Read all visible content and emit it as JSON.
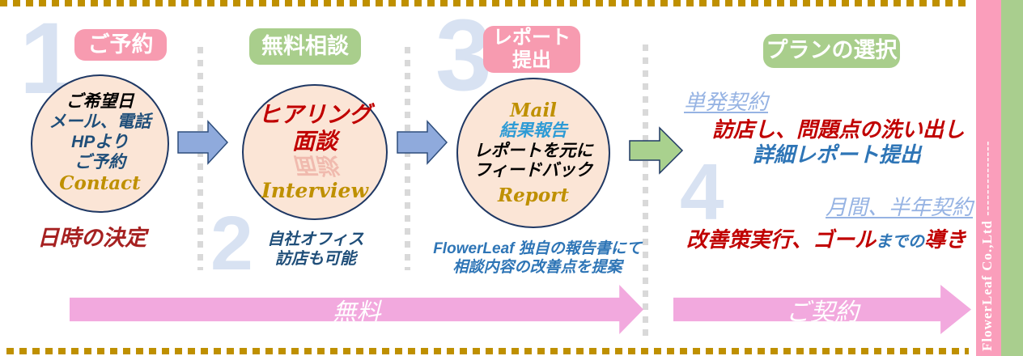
{
  "colors": {
    "badge_pink": "#F79BB0",
    "badge_green": "#A9CE8C",
    "arrow_pink": "#F2A9DE",
    "flow_arrow_blue": "#8FAADC",
    "flow_arrow_green": "#A9D18E",
    "gold_script": "#BF9000",
    "dotted_border_gold": "#BF9000",
    "number_blue": "#D8E2F2",
    "navy_text": "#1F4E79",
    "red_text": "#C00000",
    "dark_red_text": "#A62121",
    "blue_text": "#2E75B6",
    "sidebar_pink": "#FA9EBB",
    "sidebar_green": "#A9CE8E"
  },
  "steps": [
    {
      "number": "1",
      "badge": "ご予約",
      "circle": {
        "title": "ご希望日",
        "lines": [
          "メール、電話",
          "HPより",
          "ご予約"
        ],
        "script": "Contact"
      },
      "note": "日時の決定"
    },
    {
      "number": "2",
      "badge": "無料相談",
      "circle": {
        "lines": [
          "ヒアリング",
          "面談"
        ],
        "script": "Interview"
      },
      "note_lines": [
        "自社オフィス",
        "訪店も可能"
      ]
    },
    {
      "number": "3",
      "badge_lines": [
        "レポート",
        "提出"
      ],
      "circle": {
        "script_top": "Mail",
        "highlight": "結果報告",
        "lines": [
          "レポートを元に",
          "フィードバック"
        ],
        "script_bottom": "Report"
      },
      "note_lines": [
        "FlowerLeaf 独自の報告書にて",
        "相談内容の改善点を提案"
      ]
    },
    {
      "number": "4",
      "badge": "プランの選択",
      "plan1": {
        "title": "単発契約",
        "line_red": "訪店し、問題点の洗い出し",
        "line_blue": "詳細レポート提出"
      },
      "plan2": {
        "title": "月間、半年契約",
        "part_red": "改善策実行、ゴール",
        "part_blue": "までの",
        "part_red2": "導き"
      }
    }
  ],
  "bottom_arrows": [
    {
      "label": "無料"
    },
    {
      "label": "ご契約"
    }
  ],
  "side_banner": {
    "text": "FlowerLeaf Co.,Ltd --------------"
  }
}
